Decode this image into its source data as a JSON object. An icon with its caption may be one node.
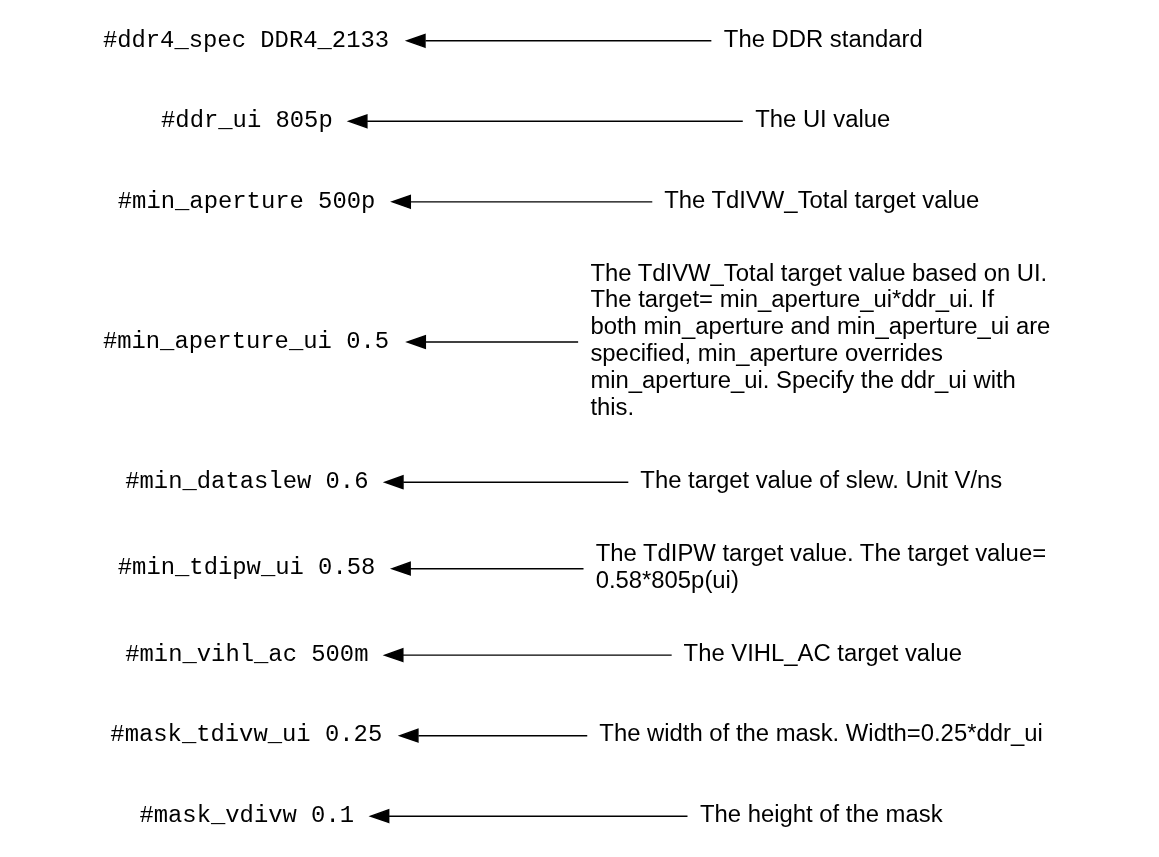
{
  "diagram": {
    "nodes": [
      {
        "text": [
          "#ddr4_spec DDR4_2133"
        ]
      },
      {
        "text": [
          "#ddr_ui 805p"
        ]
      },
      {
        "text": [
          "#min_aperture 500p"
        ]
      },
      {
        "text": [
          "#min_aperture_ui 0.5"
        ]
      },
      {
        "text": [
          "#min_dataslew 0.6"
        ]
      },
      {
        "text": [
          "#min_tdipw_ui 0.58"
        ]
      },
      {
        "text": [
          "#min_vihl_ac 500m"
        ]
      },
      {
        "text": [
          "#mask_tdivw_ui 0.25"
        ]
      },
      {
        "text": [
          "#mask_vdivw 0.1"
        ]
      },
      {
        "text": [
          "The DDR standard"
        ]
      },
      {
        "text": [
          "The UI value"
        ]
      },
      {
        "text": [
          "The TdIVW_Total target value"
        ]
      },
      {
        "text": [
          "The TdIVW_Total target value based on UI. The target= min_aperture_ui*ddr_ui. If both min_aperture and min_aperture_ui are specified, min_aperture overrides min_aperture_ui. Specify the ddr_ui with this."
        ]
      },
      {
        "text": [
          "The target value of slew. Unit V/ns"
        ]
      },
      {
        "text": [
          "The TdIPW target value. The target value= 0.58*805p(ui)"
        ]
      },
      {
        "text": [
          "The VIHL_AC target value"
        ]
      },
      {
        "text": [
          "The width of the mask. Width=0.25*ddr_ui"
        ]
      },
      {
        "text": [
          "The height of the mask"
        ]
      }
    ],
    "edges": [
      {
        "from": 9,
        "to": 0,
        "arrow": "to"
      },
      {
        "from": 10,
        "to": 1,
        "arrow": "to"
      },
      {
        "from": 11,
        "to": 2,
        "arrow": "to"
      },
      {
        "from": 12,
        "to": 3,
        "arrow": "to"
      },
      {
        "from": 13,
        "to": 4,
        "arrow": "to"
      },
      {
        "from": 14,
        "to": 5,
        "arrow": "to"
      },
      {
        "from": 15,
        "to": 6,
        "arrow": "to"
      },
      {
        "from": 16,
        "to": 7,
        "arrow": "to"
      },
      {
        "from": 17,
        "to": 8,
        "arrow": "to"
      }
    ]
  }
}
